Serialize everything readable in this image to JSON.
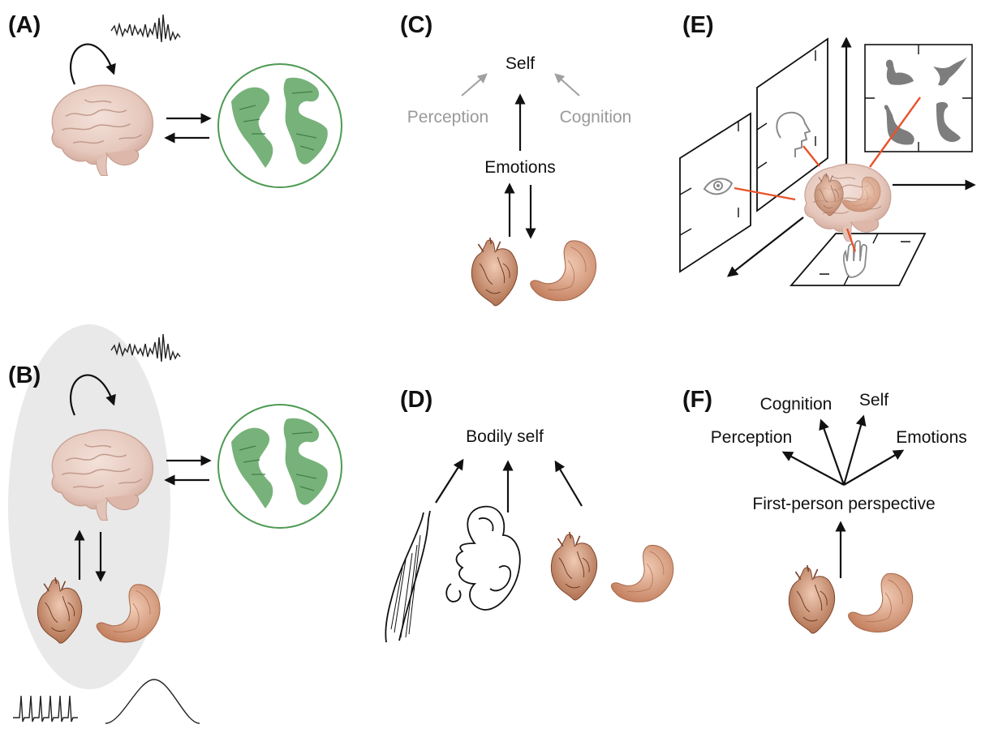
{
  "panels": {
    "A": {
      "label": "(A)"
    },
    "B": {
      "label": "(B)"
    },
    "C": {
      "label": "(C)",
      "self": "Self",
      "perception": "Perception",
      "cognition": "Cognition",
      "emotions": "Emotions"
    },
    "D": {
      "label": "(D)",
      "bodily_self": "Bodily self"
    },
    "E": {
      "label": "(E)"
    },
    "F": {
      "label": "(F)",
      "cognition": "Cognition",
      "self": "Self",
      "perception": "Perception",
      "emotions": "Emotions",
      "fpp": "First-person perspective"
    }
  },
  "colors": {
    "brain": "#e9cfc5",
    "globe": "#3f8f45",
    "organs": "#c98a6a",
    "accent": "#e8532a",
    "grey_text": "#9a9a9a",
    "shadow": "#e8e8e8"
  },
  "icons": [
    "brain-icon",
    "globe-icon",
    "heart-icon",
    "stomach-icon",
    "muscle-icon",
    "inner-ear-icon",
    "eye-icon",
    "head-profile-icon",
    "hand-icon",
    "bird-icon"
  ]
}
